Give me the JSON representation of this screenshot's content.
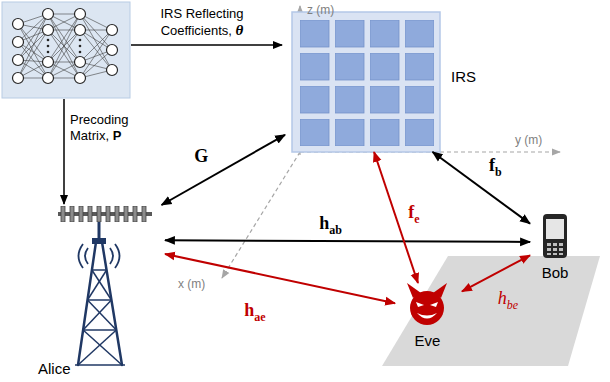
{
  "diagram": {
    "nodes": [
      {
        "text": [
          "IRS"
        ]
      },
      {
        "text": [
          "Alice"
        ]
      },
      {
        "text": [
          "Bob"
        ]
      },
      {
        "text": [
          "Eve"
        ]
      }
    ],
    "edges": [
      {
        "from": 1,
        "to": 0,
        "label": "G",
        "arrow": "both"
      },
      {
        "from": 0,
        "to": 2,
        "label": "fb",
        "arrow": "both"
      },
      {
        "from": 1,
        "to": 2,
        "label": "hab",
        "arrow": "both"
      },
      {
        "from": 0,
        "to": 3,
        "label": "fe",
        "arrow": "both"
      },
      {
        "from": 1,
        "to": 3,
        "label": "hae",
        "arrow": "both"
      },
      {
        "from": 2,
        "to": 3,
        "label": "hbe",
        "arrow": "both"
      }
    ],
    "labels": [
      "IRS Reflecting Coefficients, θ",
      "Precoding Matrix, P",
      "z (m)",
      "y (m)",
      "x (m)"
    ]
  }
}
